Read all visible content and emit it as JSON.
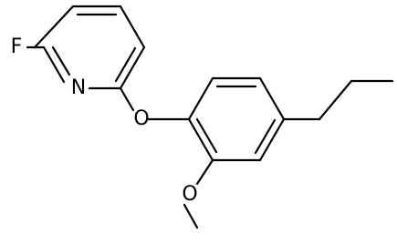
{
  "molecule": {
    "atoms": {
      "fluorine": "F",
      "nitrogen": "N",
      "ether_oxygen": "O",
      "methoxy_oxygen": "O"
    }
  }
}
